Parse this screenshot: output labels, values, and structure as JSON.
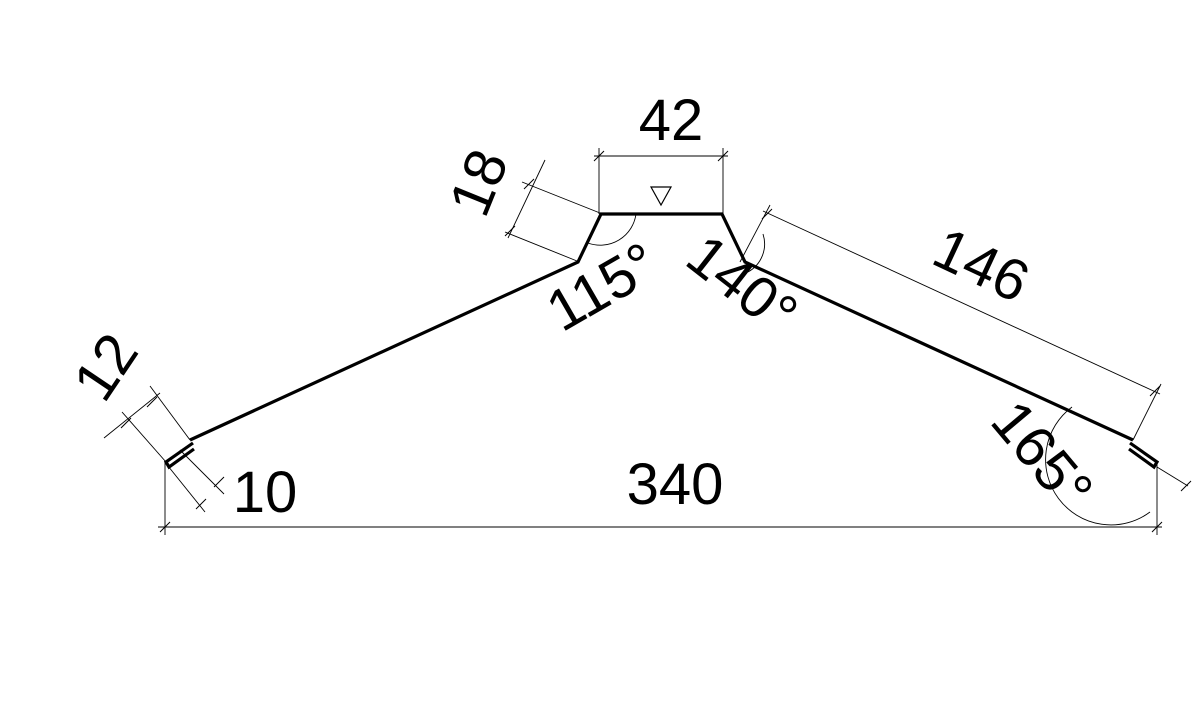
{
  "drawing": {
    "dimensions": {
      "crest_width": "42",
      "crest_height": "18",
      "right_slope": "146",
      "left_hem_height": "12",
      "left_hem": "10",
      "total_width": "340"
    },
    "angles": {
      "left_upper": "115°",
      "right_upper": "140°",
      "right_lower": "165°"
    },
    "symbols": {
      "surface_mark": "triangle-down-icon"
    },
    "colors": {
      "line": "#000000",
      "background": "#ffffff"
    }
  }
}
